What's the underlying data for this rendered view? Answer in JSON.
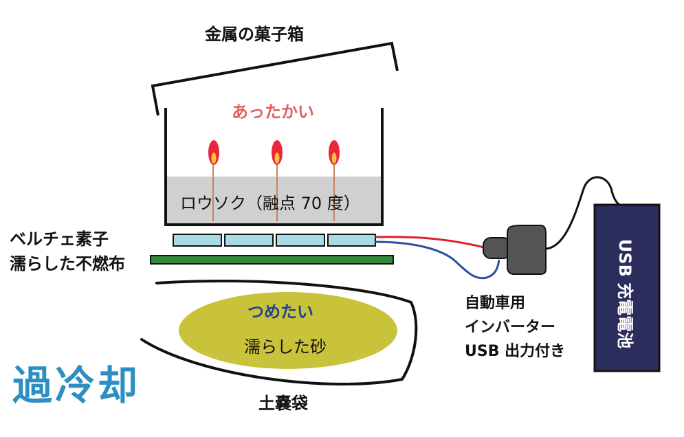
{
  "labels": {
    "lid": "金属の菓子箱",
    "warm": "あったかい",
    "candle": "ロウソク（融点 70 度）",
    "peltier": "ベルチェ素子",
    "wet_cloth": "濡らした不燃布",
    "cold": "つめたい",
    "wet_sand": "濡らした砂",
    "supercool": "過冷却",
    "bag": "土嚢袋",
    "inverter": [
      "自動車用",
      "インバーター",
      "USB 出力付き"
    ],
    "battery": "USB 充電電池"
  },
  "colors": {
    "warm_text": "#e0605f",
    "cold_text": "#24438f",
    "supercool_text": "#2d8ec3",
    "wax": "#d0d0d0",
    "flame_outer": "#e8283a",
    "flame_inner": "#f7c33a",
    "wick": "#c7825e",
    "peltier_tile": "#a8dbe6",
    "cloth": "#2f8a3c",
    "sand": "#c8c33a",
    "wire_red": "#e0202a",
    "wire_blue": "#2a4fa0",
    "inverter_body": "#555555",
    "battery_body": "#2b2e5c"
  }
}
